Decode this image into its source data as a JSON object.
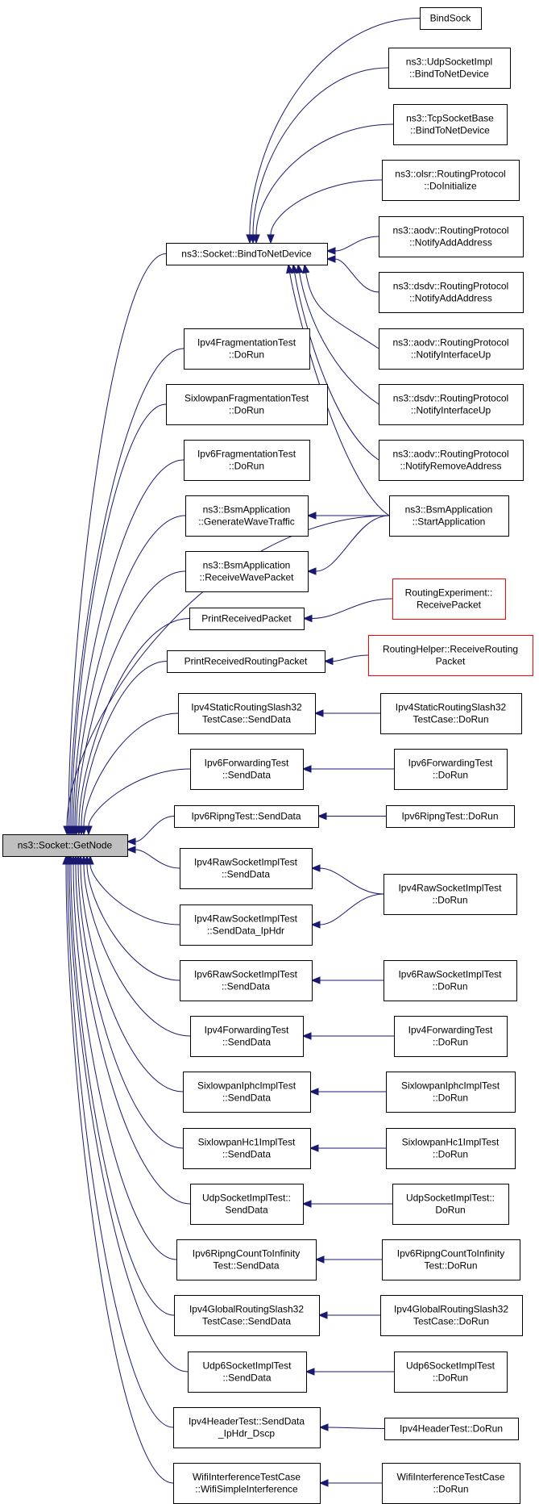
{
  "diagram": {
    "colors": {
      "edge": "#191970",
      "box": "#000000",
      "box_highlight": "#ff0000",
      "root_fill": "#bfbfbf",
      "background": "#ffffff"
    },
    "nodes": [
      {
        "id": "getnode",
        "label": [
          "ns3::Socket::GetNode"
        ],
        "root": true
      },
      {
        "id": "bindtonetdevice",
        "label": [
          "ns3::Socket::BindToNetDevice"
        ]
      },
      {
        "id": "bindsock",
        "label": [
          "BindSock"
        ]
      },
      {
        "id": "udpsocketimpl_bind",
        "label": [
          "ns3::UdpSocketImpl",
          "::BindToNetDevice"
        ]
      },
      {
        "id": "tcpsocketbase_bind",
        "label": [
          "ns3::TcpSocketBase",
          "::BindToNetDevice"
        ]
      },
      {
        "id": "olsr_doinit",
        "label": [
          "ns3::olsr::RoutingProtocol",
          "::DoInitialize"
        ]
      },
      {
        "id": "aodv_notifyadd",
        "label": [
          "ns3::aodv::RoutingProtocol",
          "::NotifyAddAddress"
        ]
      },
      {
        "id": "dsdv_notifyadd",
        "label": [
          "ns3::dsdv::RoutingProtocol",
          "::NotifyAddAddress"
        ]
      },
      {
        "id": "aodv_notifyup",
        "label": [
          "ns3::aodv::RoutingProtocol",
          "::NotifyInterfaceUp"
        ]
      },
      {
        "id": "dsdv_notifyup",
        "label": [
          "ns3::dsdv::RoutingProtocol",
          "::NotifyInterfaceUp"
        ]
      },
      {
        "id": "aodv_notifyremove",
        "label": [
          "ns3::aodv::RoutingProtocol",
          "::NotifyRemoveAddress"
        ]
      },
      {
        "id": "bsm_start",
        "label": [
          "ns3::BsmApplication",
          "::StartApplication"
        ]
      },
      {
        "id": "ipv4frag",
        "label": [
          "Ipv4FragmentationTest",
          "::DoRun"
        ]
      },
      {
        "id": "sixlowpanfrag",
        "label": [
          "SixlowpanFragmentationTest",
          "::DoRun"
        ]
      },
      {
        "id": "ipv6frag",
        "label": [
          "Ipv6FragmentationTest",
          "::DoRun"
        ]
      },
      {
        "id": "bsm_genwave",
        "label": [
          "ns3::BsmApplication",
          "::GenerateWaveTraffic"
        ]
      },
      {
        "id": "bsm_recvwave",
        "label": [
          "ns3::BsmApplication",
          "::ReceiveWavePacket"
        ]
      },
      {
        "id": "printrecv",
        "label": [
          "PrintReceivedPacket"
        ]
      },
      {
        "id": "routingexp_recv",
        "label": [
          "RoutingExperiment::",
          "ReceivePacket"
        ],
        "highlight": true
      },
      {
        "id": "printrecvrouting",
        "label": [
          "PrintReceivedRoutingPacket"
        ]
      },
      {
        "id": "routinghelper_recv",
        "label": [
          "RoutingHelper::ReceiveRouting",
          "Packet"
        ],
        "highlight": true
      },
      {
        "id": "ipv4static_send",
        "label": [
          "Ipv4StaticRoutingSlash32",
          "TestCase::SendData"
        ]
      },
      {
        "id": "ipv4static_run",
        "label": [
          "Ipv4StaticRoutingSlash32",
          "TestCase::DoRun"
        ]
      },
      {
        "id": "ipv6fwd_send",
        "label": [
          "Ipv6ForwardingTest",
          "::SendData"
        ]
      },
      {
        "id": "ipv6fwd_run",
        "label": [
          "Ipv6ForwardingTest",
          "::DoRun"
        ]
      },
      {
        "id": "ipv6ripng_send",
        "label": [
          "Ipv6RipngTest::SendData"
        ]
      },
      {
        "id": "ipv6ripng_run",
        "label": [
          "Ipv6RipngTest::DoRun"
        ]
      },
      {
        "id": "ipv4raw_send",
        "label": [
          "Ipv4RawSocketImplTest",
          "::SendData"
        ]
      },
      {
        "id": "ipv4raw_send_iphdr",
        "label": [
          "Ipv4RawSocketImplTest",
          "::SendData_IpHdr"
        ]
      },
      {
        "id": "ipv4raw_run",
        "label": [
          "Ipv4RawSocketImplTest",
          "::DoRun"
        ]
      },
      {
        "id": "ipv6raw_send",
        "label": [
          "Ipv6RawSocketImplTest",
          "::SendData"
        ]
      },
      {
        "id": "ipv6raw_run",
        "label": [
          "Ipv6RawSocketImplTest",
          "::DoRun"
        ]
      },
      {
        "id": "ipv4fwd_send",
        "label": [
          "Ipv4ForwardingTest",
          "::SendData"
        ]
      },
      {
        "id": "ipv4fwd_run",
        "label": [
          "Ipv4ForwardingTest",
          "::DoRun"
        ]
      },
      {
        "id": "iphc_send",
        "label": [
          "SixlowpanIphcImplTest",
          "::SendData"
        ]
      },
      {
        "id": "iphc_run",
        "label": [
          "SixlowpanIphcImplTest",
          "::DoRun"
        ]
      },
      {
        "id": "hc1_send",
        "label": [
          "SixlowpanHc1ImplTest",
          "::SendData"
        ]
      },
      {
        "id": "hc1_run",
        "label": [
          "SixlowpanHc1ImplTest",
          "::DoRun"
        ]
      },
      {
        "id": "udpsock_send",
        "label": [
          "UdpSocketImplTest::",
          "SendData"
        ]
      },
      {
        "id": "udpsock_run",
        "label": [
          "UdpSocketImplTest::",
          "DoRun"
        ]
      },
      {
        "id": "ripcount_send",
        "label": [
          "Ipv6RipngCountToInfinity",
          "Test::SendData"
        ]
      },
      {
        "id": "ripcount_run",
        "label": [
          "Ipv6RipngCountToInfinity",
          "Test::DoRun"
        ]
      },
      {
        "id": "ipv4global_send",
        "label": [
          "Ipv4GlobalRoutingSlash32",
          "TestCase::SendData"
        ]
      },
      {
        "id": "ipv4global_run",
        "label": [
          "Ipv4GlobalRoutingSlash32",
          "TestCase::DoRun"
        ]
      },
      {
        "id": "udp6_send",
        "label": [
          "Udp6SocketImplTest",
          "::SendData"
        ]
      },
      {
        "id": "udp6_run",
        "label": [
          "Udp6SocketImplTest",
          "::DoRun"
        ]
      },
      {
        "id": "ipv4header_send",
        "label": [
          "Ipv4HeaderTest::SendData",
          "_IpHdr_Dscp"
        ]
      },
      {
        "id": "ipv4header_run",
        "label": [
          "Ipv4HeaderTest::DoRun"
        ]
      },
      {
        "id": "wifi_simple",
        "label": [
          "WifiInterferenceTestCase",
          "::WifiSimpleInterference"
        ]
      },
      {
        "id": "wifi_run",
        "label": [
          "WifiInterferenceTestCase",
          "::DoRun"
        ]
      }
    ],
    "edges": [
      {
        "from": "bindtonetdevice",
        "to": "getnode"
      },
      {
        "from": "bindsock",
        "to": "bindtonetdevice"
      },
      {
        "from": "udpsocketimpl_bind",
        "to": "bindtonetdevice"
      },
      {
        "from": "tcpsocketbase_bind",
        "to": "bindtonetdevice"
      },
      {
        "from": "olsr_doinit",
        "to": "bindtonetdevice"
      },
      {
        "from": "aodv_notifyadd",
        "to": "bindtonetdevice"
      },
      {
        "from": "dsdv_notifyadd",
        "to": "bindtonetdevice"
      },
      {
        "from": "aodv_notifyup",
        "to": "bindtonetdevice"
      },
      {
        "from": "dsdv_notifyup",
        "to": "bindtonetdevice"
      },
      {
        "from": "aodv_notifyremove",
        "to": "bindtonetdevice"
      },
      {
        "from": "bsm_start",
        "to": "bindtonetdevice"
      },
      {
        "from": "bsm_start",
        "to": "getnode"
      },
      {
        "from": "bsm_start",
        "to": "bsm_genwave"
      },
      {
        "from": "bsm_start",
        "to": "bsm_recvwave"
      },
      {
        "from": "ipv4frag",
        "to": "getnode"
      },
      {
        "from": "sixlowpanfrag",
        "to": "getnode"
      },
      {
        "from": "ipv6frag",
        "to": "getnode"
      },
      {
        "from": "bsm_genwave",
        "to": "getnode"
      },
      {
        "from": "bsm_recvwave",
        "to": "getnode"
      },
      {
        "from": "printrecv",
        "to": "getnode"
      },
      {
        "from": "routingexp_recv",
        "to": "printrecv"
      },
      {
        "from": "printrecvrouting",
        "to": "getnode"
      },
      {
        "from": "routinghelper_recv",
        "to": "printrecvrouting"
      },
      {
        "from": "ipv4static_send",
        "to": "getnode"
      },
      {
        "from": "ipv4static_run",
        "to": "ipv4static_send"
      },
      {
        "from": "ipv6fwd_send",
        "to": "getnode"
      },
      {
        "from": "ipv6fwd_run",
        "to": "ipv6fwd_send"
      },
      {
        "from": "ipv6ripng_send",
        "to": "getnode"
      },
      {
        "from": "ipv6ripng_run",
        "to": "ipv6ripng_send"
      },
      {
        "from": "ipv4raw_send",
        "to": "getnode"
      },
      {
        "from": "ipv4raw_send_iphdr",
        "to": "getnode"
      },
      {
        "from": "ipv4raw_run",
        "to": "ipv4raw_send"
      },
      {
        "from": "ipv4raw_run",
        "to": "ipv4raw_send_iphdr"
      },
      {
        "from": "ipv6raw_send",
        "to": "getnode"
      },
      {
        "from": "ipv6raw_run",
        "to": "ipv6raw_send"
      },
      {
        "from": "ipv4fwd_send",
        "to": "getnode"
      },
      {
        "from": "ipv4fwd_run",
        "to": "ipv4fwd_send"
      },
      {
        "from": "iphc_send",
        "to": "getnode"
      },
      {
        "from": "iphc_run",
        "to": "iphc_send"
      },
      {
        "from": "hc1_send",
        "to": "getnode"
      },
      {
        "from": "hc1_run",
        "to": "hc1_send"
      },
      {
        "from": "udpsock_send",
        "to": "getnode"
      },
      {
        "from": "udpsock_run",
        "to": "udpsock_send"
      },
      {
        "from": "ripcount_send",
        "to": "getnode"
      },
      {
        "from": "ripcount_run",
        "to": "ripcount_send"
      },
      {
        "from": "ipv4global_send",
        "to": "getnode"
      },
      {
        "from": "ipv4global_run",
        "to": "ipv4global_send"
      },
      {
        "from": "udp6_send",
        "to": "getnode"
      },
      {
        "from": "udp6_run",
        "to": "udp6_send"
      },
      {
        "from": "ipv4header_send",
        "to": "getnode"
      },
      {
        "from": "ipv4header_run",
        "to": "ipv4header_send"
      },
      {
        "from": "wifi_simple",
        "to": "getnode"
      },
      {
        "from": "wifi_run",
        "to": "wifi_simple"
      }
    ]
  }
}
